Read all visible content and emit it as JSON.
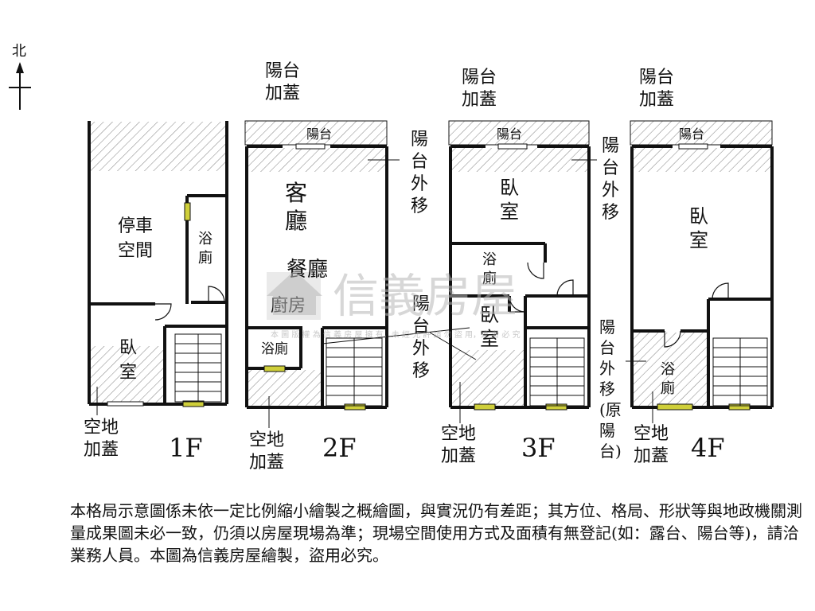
{
  "compass": {
    "label": "北"
  },
  "floors": {
    "f1": {
      "floor_label": "1F",
      "parking_line1": "停車",
      "parking_line2": "空間",
      "bath_line1": "浴",
      "bath_line2": "廁",
      "bedroom_line1": "臥",
      "bedroom_line2": "室",
      "annex_line1": "空地",
      "annex_line2": "加蓋"
    },
    "f2": {
      "floor_label": "2F",
      "balcony_ext_line1": "陽台",
      "balcony_ext_line2": "加蓋",
      "balcony": "陽台",
      "balcony_moved": [
        "陽",
        "台",
        "外",
        "移"
      ],
      "living_1": "客",
      "living_2": "廳",
      "dining": "餐廳",
      "kitchen": "廚房",
      "bath": "浴廁",
      "annex_line1": "空地",
      "annex_line2": "加蓋"
    },
    "f3": {
      "floor_label": "3F",
      "balcony_ext_line1": "陽台",
      "balcony_ext_line2": "加蓋",
      "balcony": "陽台",
      "balcony_moved_top": [
        "陽",
        "台",
        "外",
        "移"
      ],
      "balcony_moved_mid": [
        "陽",
        "台",
        "外",
        "移"
      ],
      "bedroom1_line1": "臥",
      "bedroom1_line2": "室",
      "bath_line1": "浴",
      "bath_line2": "廁",
      "bedroom2_line1": "臥",
      "bedroom2_line2": "室",
      "annex_line1": "空地",
      "annex_line2": "加蓋"
    },
    "f4": {
      "floor_label": "4F",
      "balcony_ext_line1": "陽台",
      "balcony_ext_line2": "加蓋",
      "balcony": "陽台",
      "balcony_moved": [
        "陽",
        "台",
        "外",
        "移",
        "(原",
        "陽",
        "台)"
      ],
      "bedroom_line1": "臥",
      "bedroom_line2": "室",
      "bath_line1": "浴",
      "bath_line2": "廁",
      "annex_line1": "空地",
      "annex_line2": "加蓋"
    }
  },
  "watermark": {
    "brand": "信義房屋",
    "notice": "本 圖 版 權 為 信 義 房 屋 擁 有，未 經 允 許 請 勿 盜 用，違 者 必 究"
  },
  "disclaimer": "本格局示意圖係未依一定比例縮小繪製之概繪圖，與實況仍有差距；其方位、格局、形狀等與地政機關測量成果圖未必一致，仍須以房屋現場為準；現場空間使用方式及面積有無登記(如：露台、陽台等)，請洽業務人員。本圖為信義房屋繪製，盜用必究。",
  "colors": {
    "wall": "#111111",
    "hatch": "#8a8a8a",
    "window": "#cfcf3a",
    "watermark": "#b8b8b8"
  }
}
